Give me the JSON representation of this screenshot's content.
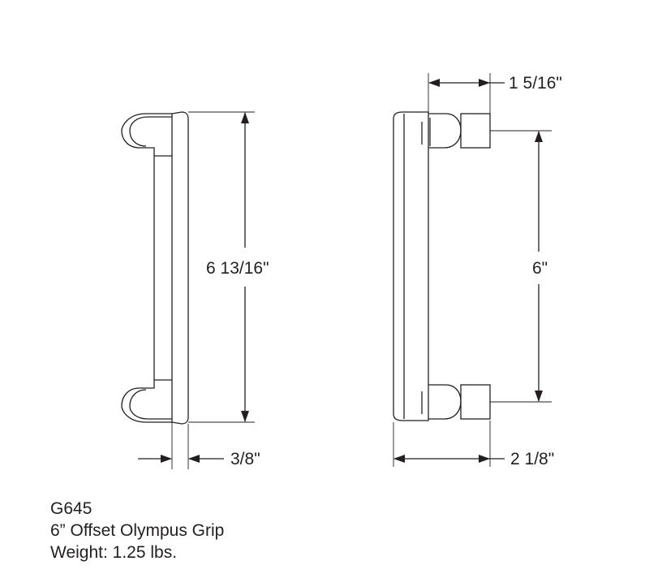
{
  "product": {
    "model": "G645",
    "name": "6” Offset Olympus Grip",
    "weight": "Weight: 1.25 lbs."
  },
  "dimensions": {
    "overall_length": "6 13/16\"",
    "bar_diameter": "3/8\"",
    "post_width": "1 5/16\"",
    "center_to_center": "6\"",
    "projection": "2 1/8\""
  }
}
